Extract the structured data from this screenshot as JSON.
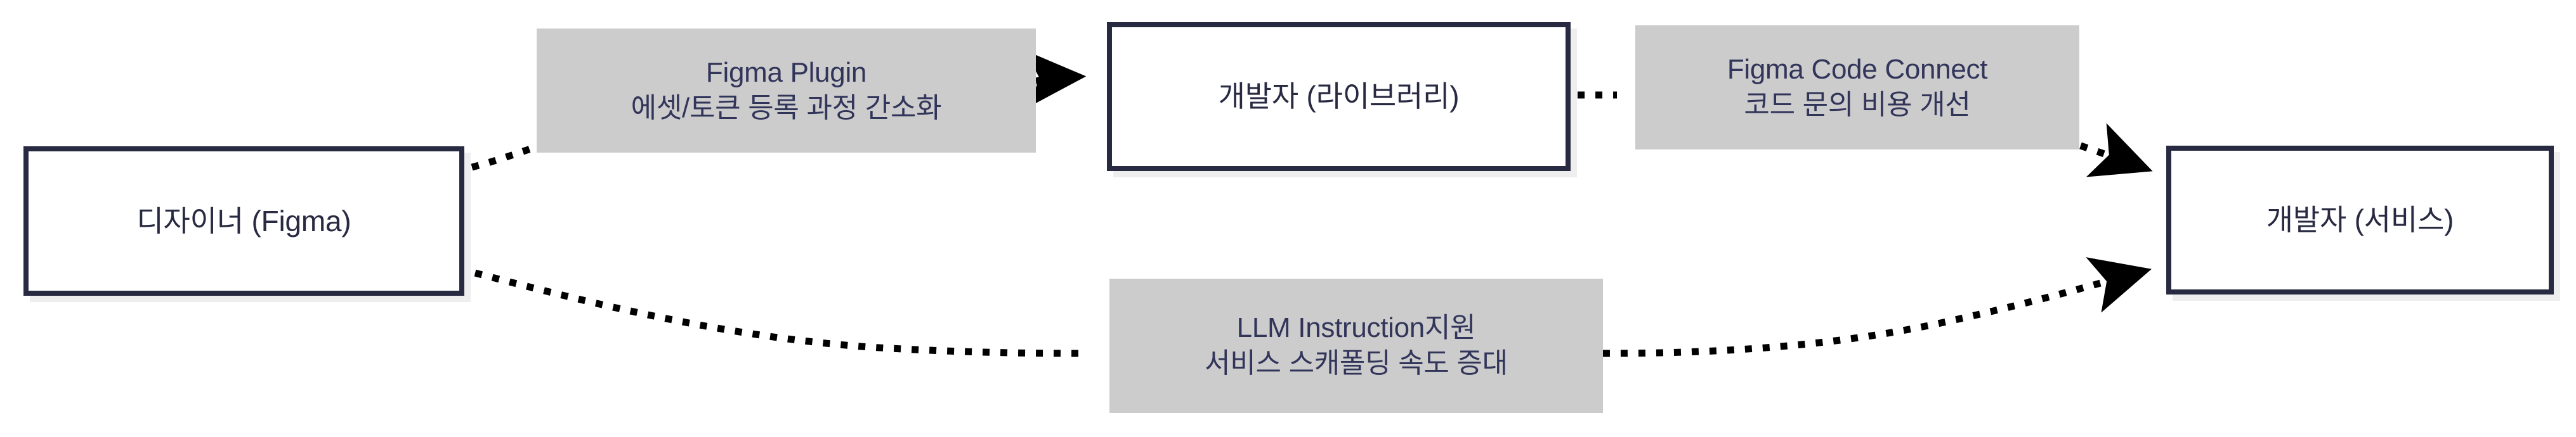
{
  "diagram": {
    "type": "flowchart",
    "direction": "left-to-right",
    "background_color": "#ffffff",
    "node_border_color": "#282a42",
    "node_fill_color": "#ffffff",
    "node_shadow_color": "#eeeeee",
    "edge_label_background": "#cccccc",
    "edge_color": "#000000",
    "edge_style": "dotted"
  },
  "nodes": [
    {
      "id": "designer-figma",
      "label": "디자이너 (Figma)"
    },
    {
      "id": "developer-library",
      "label": "개발자 (라이브러리)"
    },
    {
      "id": "developer-service",
      "label": "개발자 (서비스)"
    }
  ],
  "edges": [
    {
      "id": "edge-figma-plugin",
      "from": "디자이너 (Figma)",
      "to": "개발자 (라이브러리)",
      "label_line1": "Figma Plugin",
      "label_line2": "에셋/토큰 등록 과정 간소화"
    },
    {
      "id": "edge-figma-code-connect",
      "from": "개발자 (라이브러리)",
      "to": "개발자 (서비스)",
      "label_line1": "Figma Code Connect",
      "label_line2": "코드 문의 비용 개선"
    },
    {
      "id": "edge-llm-instruction",
      "from": "디자이너 (Figma)",
      "to": "개발자 (서비스)",
      "label_line1": "LLM Instruction지원",
      "label_line2": "서비스 스캐폴딩 속도 증대"
    }
  ]
}
